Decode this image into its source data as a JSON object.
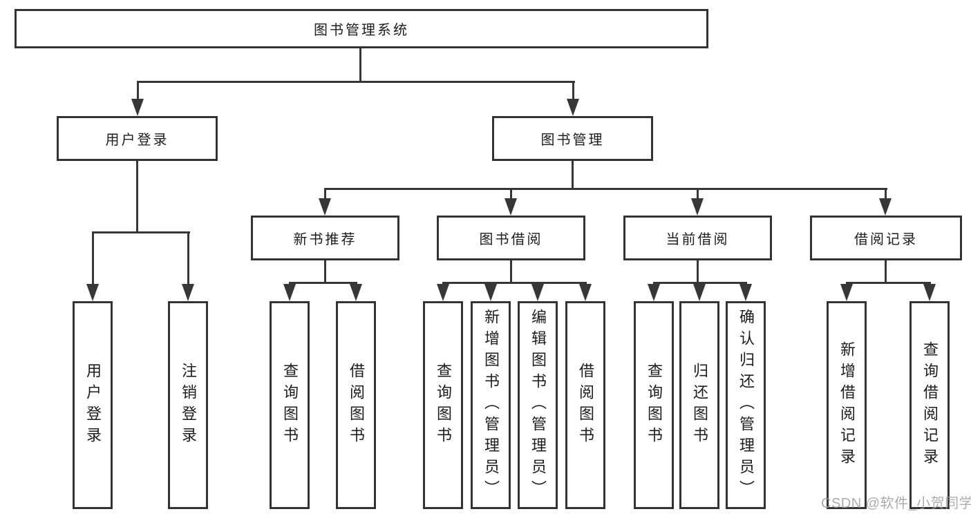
{
  "tree": {
    "root": "图书管理系统",
    "branches": [
      {
        "label": "用户登录",
        "children": [
          {
            "label": "用户登录"
          },
          {
            "label": "注销登录"
          }
        ]
      },
      {
        "label": "图书管理",
        "children": [
          {
            "label": "新书推荐",
            "children": [
              {
                "label": "查询图书"
              },
              {
                "label": "借阅图书"
              }
            ]
          },
          {
            "label": "图书借阅",
            "children": [
              {
                "label": "查询图书"
              },
              {
                "label": "新增图书（管理员）"
              },
              {
                "label": "编辑图书（管理员）"
              },
              {
                "label": "借阅图书"
              }
            ]
          },
          {
            "label": "当前借阅",
            "children": [
              {
                "label": "查询图书"
              },
              {
                "label": "归还图书"
              },
              {
                "label": "确认归还（管理员）"
              }
            ]
          },
          {
            "label": "借阅记录",
            "children": [
              {
                "label": "新增借阅记录"
              },
              {
                "label": "查询借阅记录"
              }
            ]
          }
        ]
      }
    ]
  },
  "watermark": {
    "text": "CSDN @软件_小贺同学"
  },
  "colors": {
    "line": "#373737",
    "box_border": "#333333",
    "text": "#1c1c1c",
    "background": "#ffffff",
    "watermark": "#9e9e9e"
  }
}
